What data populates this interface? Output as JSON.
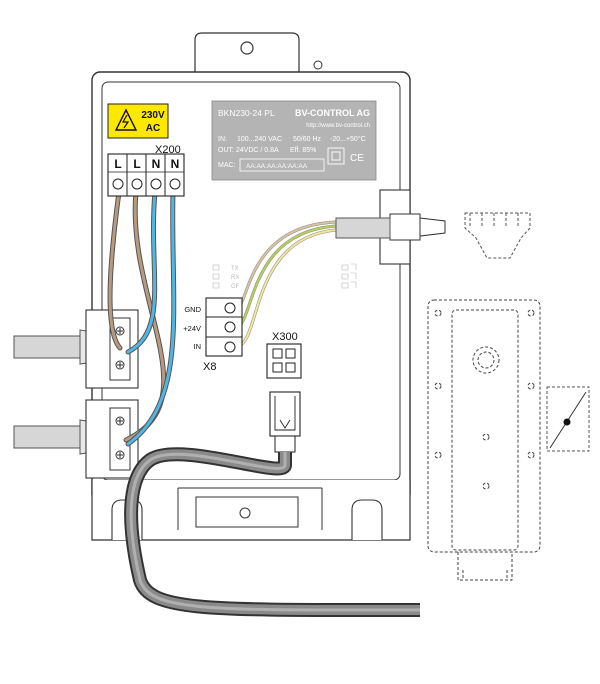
{
  "warning": {
    "line1": "230V",
    "line2": "AC"
  },
  "terminal_block": {
    "id": "X200",
    "terminals": [
      "L",
      "L",
      "N",
      "N"
    ]
  },
  "label_plate": {
    "model": "BKN230-24 PL",
    "brand": "BV-CONTROL AG",
    "url": "http://www.bv-control.ch",
    "in_label": "IN:",
    "in_voltage": "100...240 VAC",
    "in_freq": "50/60 Hz",
    "temp": "-20...+50°C",
    "out": "OUT: 24VDC / 0.8A",
    "eff": "Eff. 85%",
    "mac_label": "MAC:",
    "mac_value": "AA:AA:AA:AA:AA:AA",
    "ce": "CE"
  },
  "x8": {
    "id": "X8",
    "pins": [
      "GND",
      "+24V",
      "IN"
    ]
  },
  "x300": {
    "id": "X300"
  },
  "led_labels_left": [
    "TX",
    "RX",
    "GF"
  ],
  "colors": {
    "brown": "#b89a7e",
    "blue": "#52b6e3",
    "green_yellow": "#b6cf5a",
    "cable_grey": "#cfcfcf",
    "cable_dark": "#6b6b6b",
    "warning_yellow": "#ffe800",
    "plate_grey": "#b4b4b4"
  }
}
